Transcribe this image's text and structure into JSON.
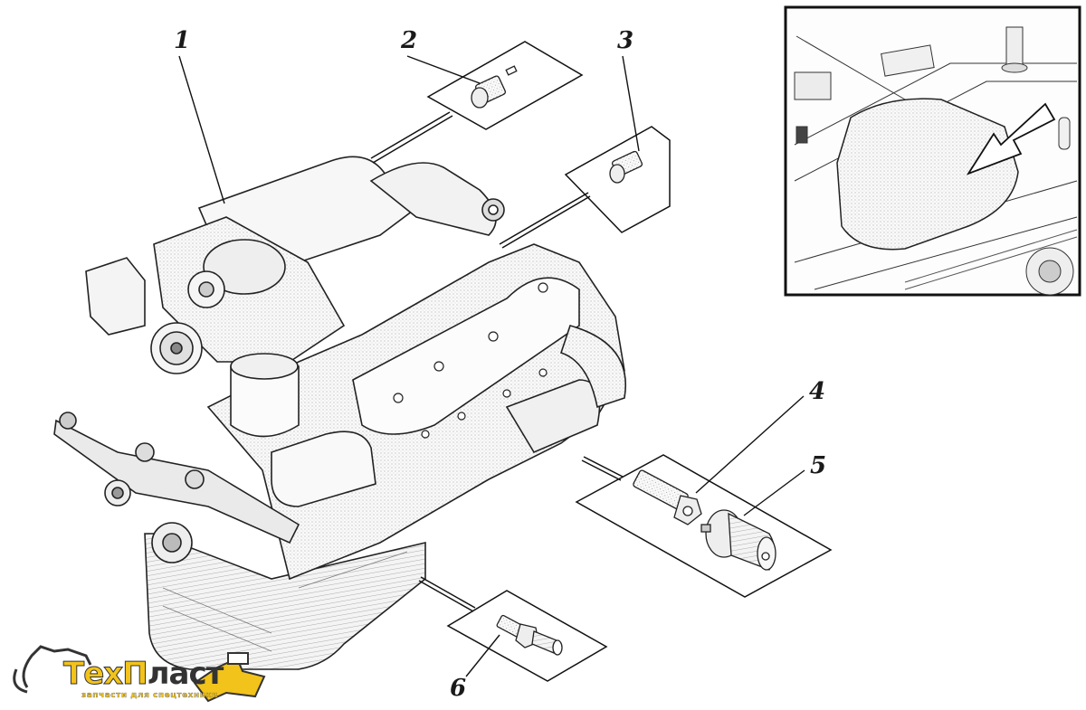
{
  "diagram": {
    "subject": "engine-sensor-locations",
    "callouts": [
      {
        "label": "1"
      },
      {
        "label": "2"
      },
      {
        "label": "3"
      },
      {
        "label": "4"
      },
      {
        "label": "5"
      },
      {
        "label": "6"
      }
    ],
    "inset": {
      "description": "engine-location-in-vehicle",
      "arrow": "pointer-arrow"
    }
  },
  "logo": {
    "name_part1": "Тех",
    "name_part2": "П",
    "name_part3": "ласт",
    "tagline": "запчасти для спецтехники",
    "accent": "#f2c31b",
    "outline": "#333333"
  }
}
